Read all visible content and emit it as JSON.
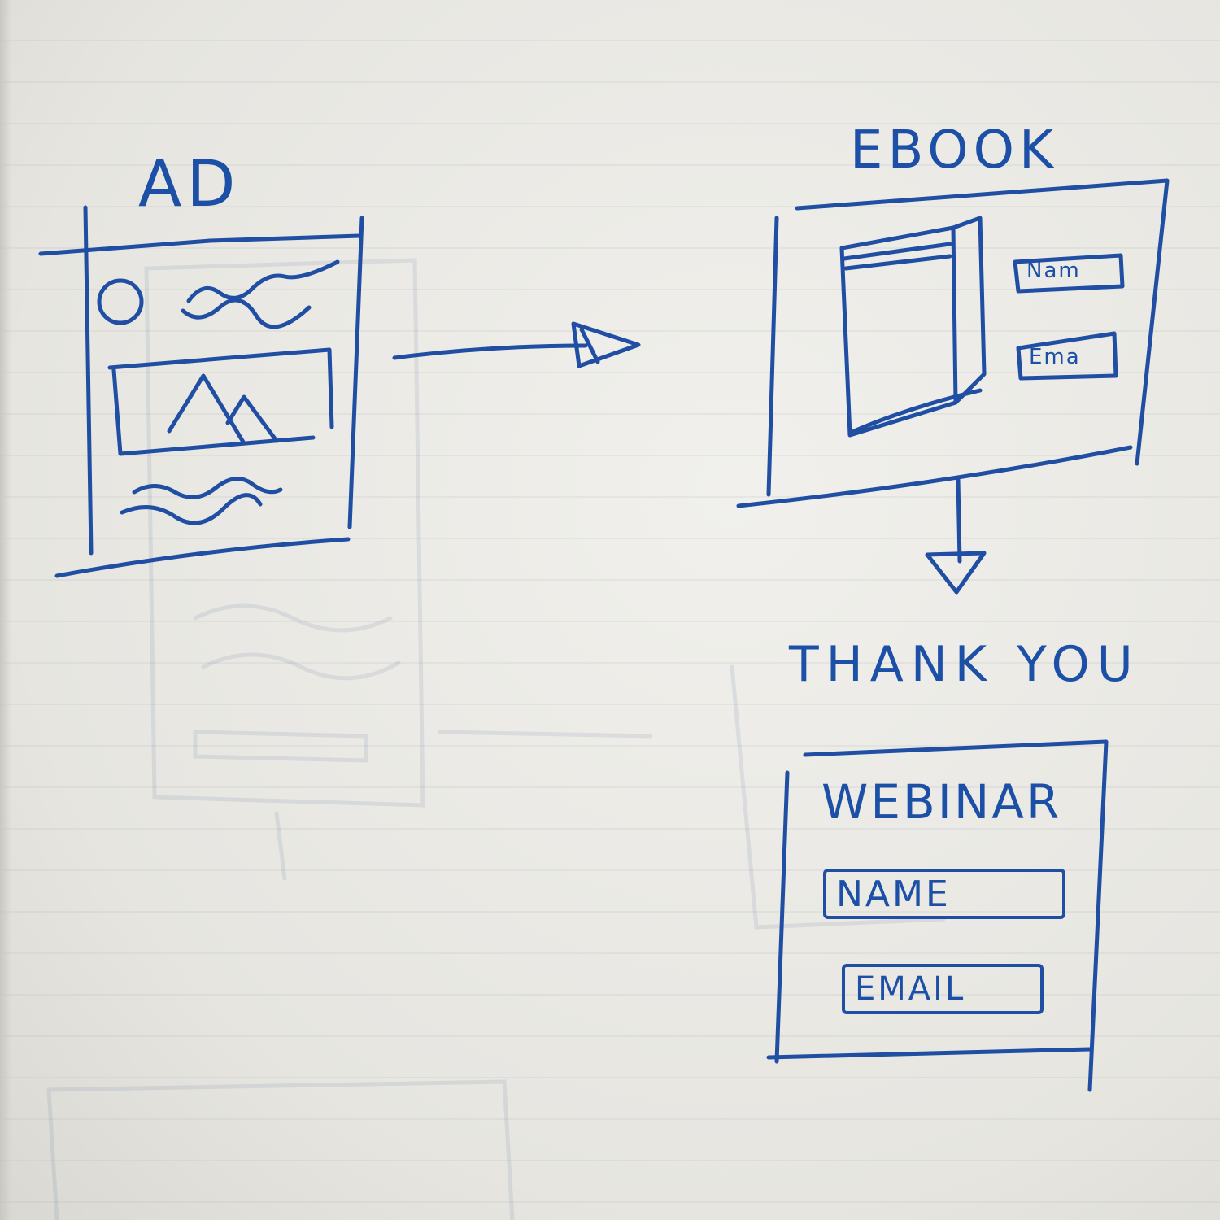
{
  "colors": {
    "ink": "#1f4ea3",
    "paper": "#ecebe7",
    "rule": "#a0a5af",
    "ghost": "#8a96aa"
  },
  "ad": {
    "title": "AD",
    "parts": [
      "avatar-icon",
      "scribble-headline",
      "image-mountain-icon",
      "scribble-body"
    ]
  },
  "ebook": {
    "title": "EBOOK",
    "fields": [
      "Nam",
      "Ema"
    ],
    "parts": [
      "book-cover-icon"
    ]
  },
  "thank_you": {
    "title": "THANK YOU"
  },
  "webinar": {
    "title": "WEBINAR",
    "fields": [
      "NAME",
      "EMAIL"
    ]
  },
  "arrows": [
    "arrow-ad-to-ebook",
    "arrow-ebook-to-thankyou"
  ]
}
